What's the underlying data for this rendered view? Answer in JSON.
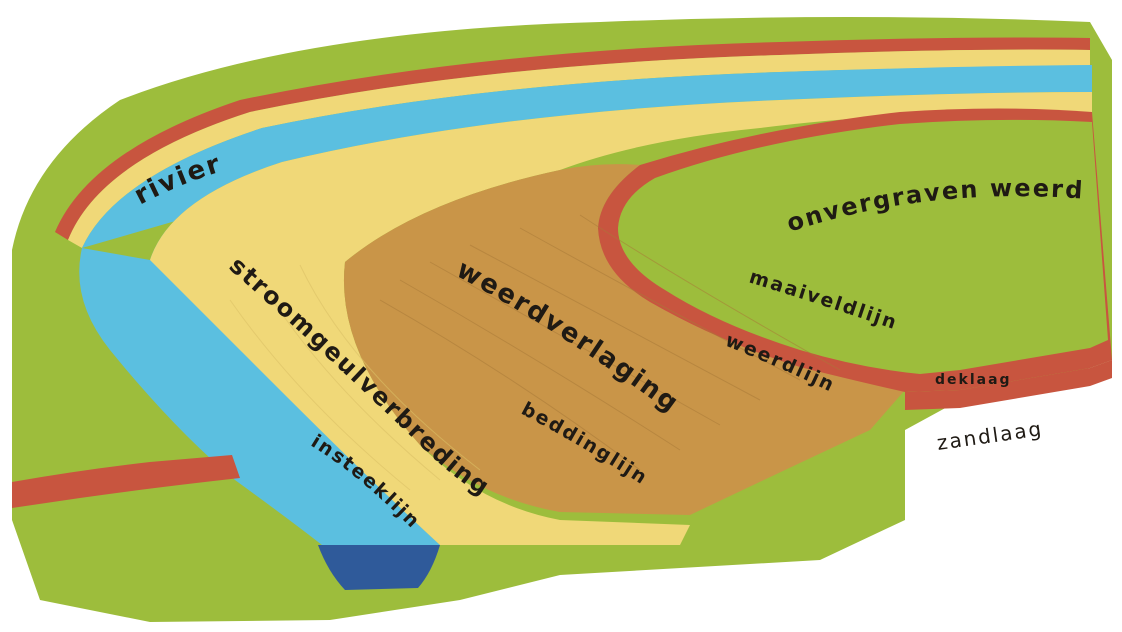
{
  "labels": {
    "rivier": "rivier",
    "onvergraven_weerd": "onvergraven weerd",
    "stroomgeulverbreding": "stroomgeulverbreding",
    "weerdverlaging": "weerdverlaging",
    "maaiveldlijn": "maaiveldlijn",
    "weerdlijn": "weerdlijn",
    "deklaag": "deklaag",
    "zandlaag": "zandlaag",
    "beddinglijn": "beddinglijn",
    "insteeklijn": "insteeklijn"
  },
  "colors": {
    "grass": "#9dbd3c",
    "grass_dark": "#86a92e",
    "sand": "#f0d878",
    "sand_light": "#f7e59a",
    "clay_red": "#c8553f",
    "river_blue": "#5bbfe0",
    "river_deep": "#2f5a9a",
    "brown_excavation": "#c99548",
    "brown_dark": "#a97a38",
    "label_ink": "#1f1a14"
  }
}
